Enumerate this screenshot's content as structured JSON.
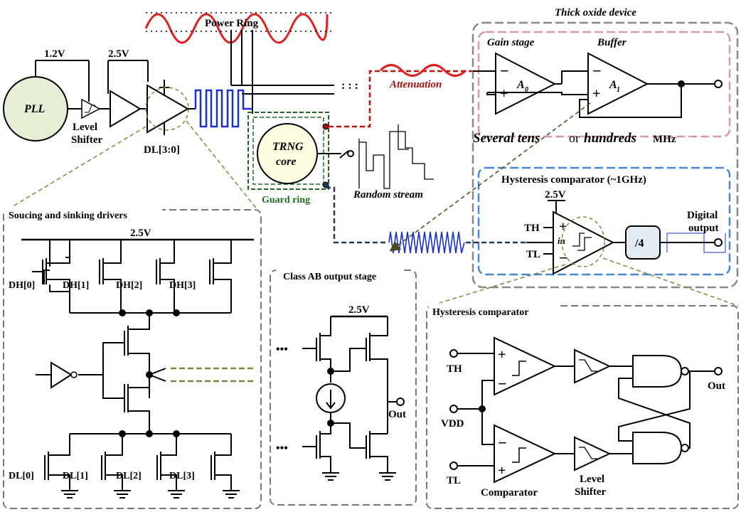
{
  "top_block": {
    "pll_label": "PLL",
    "supply_1v2": "1.2V",
    "supply_2v5": "2.5V",
    "level_shifter_label": [
      "Level",
      "Shifter"
    ],
    "dl_bus_label": "DL[3:0]",
    "power_ring_label": "Power Ring",
    "attenuation_label": "Attenuation",
    "trng_label": [
      "TRNG",
      "core"
    ],
    "guard_ring_label": "Guard ring",
    "random_stream_label": "Random stream",
    "thick_oxide_label": "Thick oxide device",
    "gain_stage_label": "Gain stage",
    "buffer_label": "Buffer",
    "a0_label": "A",
    "a0_sub": "0",
    "a1_label": "A",
    "a1_sub": "1",
    "freq_note": {
      "part1": "Several tens",
      "part2": "or",
      "part3": "hundreds",
      "part4": "MHz"
    },
    "hyst_comp_title": "Hysteresis comparator (~1GHz)",
    "hyst_supply": "2.5V",
    "th_label": "TH",
    "tl_label": "TL",
    "in_label": "in",
    "divider_label": "/4",
    "digital_output_label": [
      "Digital",
      "output"
    ]
  },
  "drivers_panel": {
    "title": "Soucing and sinking drivers",
    "supply": "2.5V",
    "dh_labels": [
      "DH[0]",
      "DH[1]",
      "DH[2]",
      "DH[3]"
    ],
    "dl_labels": [
      "DL[0]",
      "DL[1]",
      "DL[2]",
      "DL[3]"
    ]
  },
  "classab_panel": {
    "title": "Class AB output stage",
    "supply": "2.5V",
    "out_label": "Out",
    "dots": "•••"
  },
  "hyst_panel": {
    "title": "Hysteresis comparator",
    "th": "TH",
    "vdd": "VDD",
    "tl": "TL",
    "comparator": "Comparator",
    "level_shifter": [
      "Level",
      "Shifter"
    ],
    "out": "Out"
  },
  "colors": {
    "red_wave": "#e02020",
    "blue_wave": "#1a2fd0",
    "pll_fill": "#e4efd6",
    "trng_fill": "#fdfbe0",
    "guard_ring": "#1f6a1f",
    "red_box": "#d99a9a",
    "blue_box": "#4a86d6",
    "dash_line": "#7a8a3a",
    "dark_red": "#a01010",
    "navy": "#1e3a5c"
  },
  "icons": [
    "opamp-icon",
    "buffer-icon",
    "nand-gate-icon",
    "nmos-icon",
    "pmos-icon",
    "current-source-icon",
    "ground-icon",
    "inverter-icon"
  ]
}
